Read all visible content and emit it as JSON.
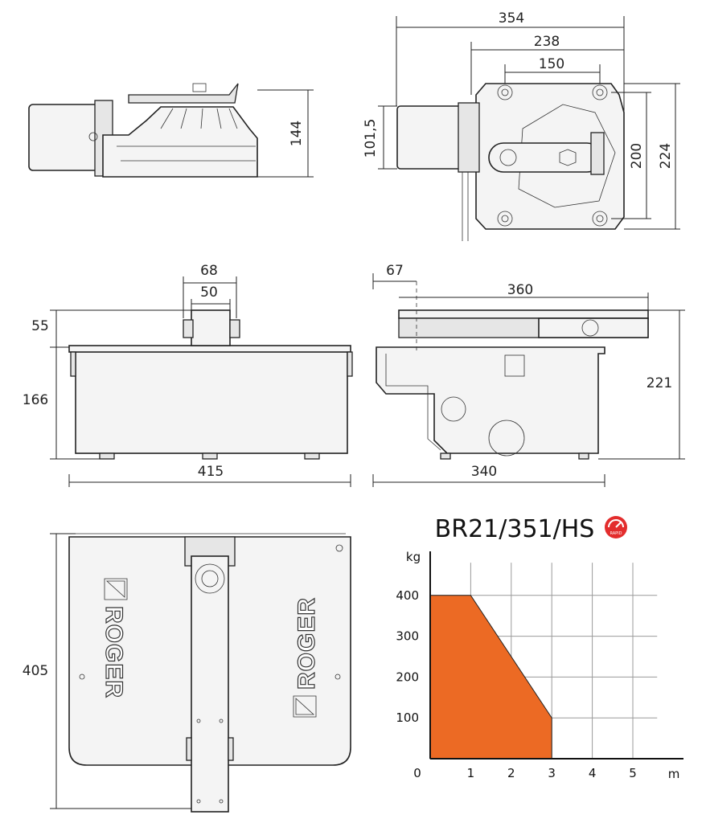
{
  "top_side_view": {
    "height_label": "144"
  },
  "top_plan_view": {
    "overall_width_label": "354",
    "width_label_2": "238",
    "width_label_3": "150",
    "motor_height_label": "101,5",
    "depth_inner_label": "200",
    "depth_outer_label": "224"
  },
  "front_view": {
    "top_outer_label": "68",
    "top_inner_label": "50",
    "upper_height_label": "55",
    "box_height_label": "166",
    "width_label": "415"
  },
  "side_section_view": {
    "offset_label": "67",
    "lever_length_label": "360",
    "total_height_label": "221",
    "depth_label": "340"
  },
  "lid_view": {
    "height_label": "405",
    "brand_text": "ROGER"
  },
  "chart_data": {
    "type": "area",
    "title": "BR21/351/HS",
    "badge_text": "RAPID",
    "badge_color": "#e32d2d",
    "fill_color": "#ec6a24",
    "xlabel": "m",
    "ylabel": "kg",
    "x": [
      0,
      1,
      3
    ],
    "y": [
      400,
      400,
      100
    ],
    "xlim": [
      0,
      5.6
    ],
    "ylim": [
      0,
      480
    ],
    "x_ticks": [
      "0",
      "1",
      "2",
      "3",
      "4",
      "5"
    ],
    "y_ticks": [
      "100",
      "200",
      "300",
      "400"
    ],
    "grid": true
  }
}
